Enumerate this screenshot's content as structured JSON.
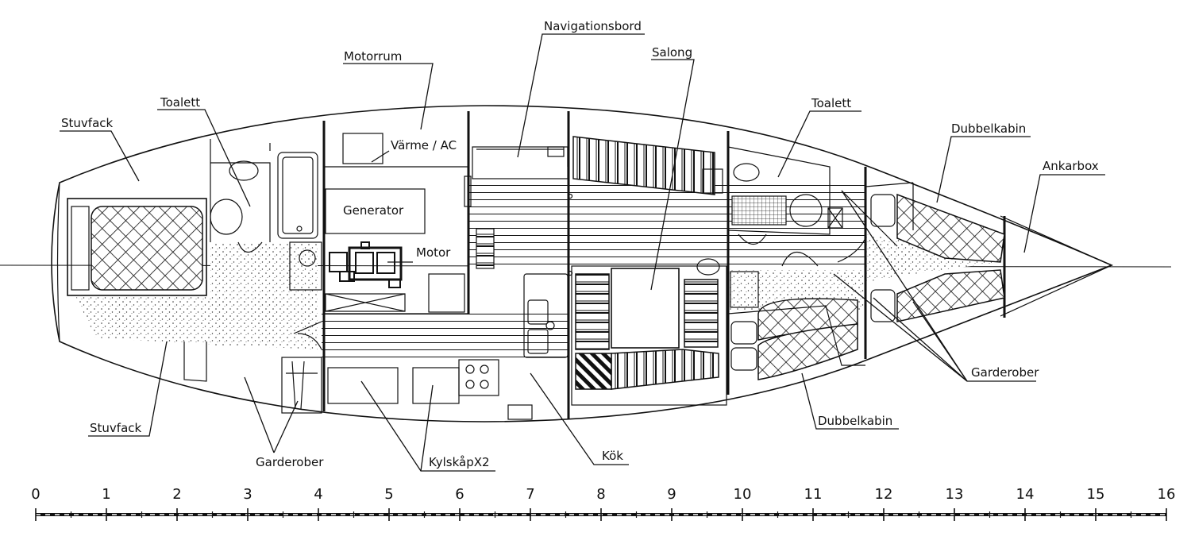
{
  "labels": {
    "stuvfack_top": "Stuvfack",
    "toalett_aft": "Toalett",
    "motorrum": "Motorrum",
    "varme_ac": "Värme / AC",
    "generator": "Generator",
    "motor": "Motor",
    "navigationsbord": "Navigationsbord",
    "salong": "Salong",
    "toalett_fwd": "Toalett",
    "dubbelkabin_top": "Dubbelkabin",
    "ankarbox": "Ankarbox",
    "garderober_right": "Garderober",
    "dubbelkabin_bottom": "Dubbelkabin",
    "kok": "Kök",
    "kylskap": "KylskåpX2",
    "garderober_left": "Garderober",
    "stuvfack_bottom": "Stuvfack"
  },
  "scale": {
    "ticks": [
      "0",
      "1",
      "2",
      "3",
      "4",
      "5",
      "6",
      "7",
      "8",
      "9",
      "10",
      "11",
      "12",
      "13",
      "14",
      "15",
      "16"
    ]
  },
  "colors": {
    "ink": "#111111",
    "paper": "#ffffff"
  }
}
